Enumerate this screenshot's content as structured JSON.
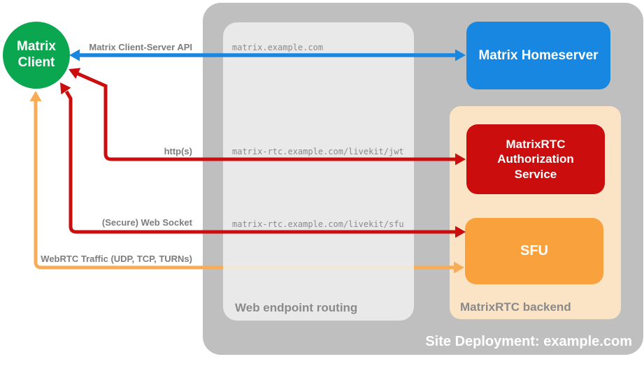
{
  "colors": {
    "green": "#0ba750",
    "blue": "#1787e1",
    "red": "#cb0d0d",
    "orange": "#f8ac55",
    "orange-box": "#f9a23d",
    "gray-outer": "#bfbfbf",
    "gray-inner": "rgba(240,240,240,0.85)",
    "peach": "#fbe4c6",
    "label-text": "#7d7d7d",
    "title-text": "#8a8a8a",
    "url-text": "#8b8b8b"
  },
  "client": {
    "label": "Matrix\nClient"
  },
  "homeserver": {
    "label": "Matrix Homeserver"
  },
  "deployment": {
    "title": "Site Deployment: example.com"
  },
  "routing": {
    "title": "Web endpoint routing",
    "endpoints": [
      "matrix.example.com",
      "matrix-rtc.example.com/livekit/jwt",
      "matrix-rtc.example.com/livekit/sfu"
    ]
  },
  "backend": {
    "title": "MatrixRTC backend",
    "auth_service": {
      "label": "MatrixRTC\nAuthorization\nService"
    },
    "sfu": {
      "label": "SFU"
    }
  },
  "arrows": {
    "client_server_api": {
      "label": "Matrix Client-Server API",
      "color": "#1787e1"
    },
    "https": {
      "label": "http(s)",
      "color": "#cb0d0d"
    },
    "websocket": {
      "label": "(Secure) Web Socket",
      "color": "#cb0d0d"
    },
    "webrtc": {
      "label": "WebRTC Traffic (UDP, TCP, TURNs)",
      "color": "#f8ac55"
    }
  }
}
